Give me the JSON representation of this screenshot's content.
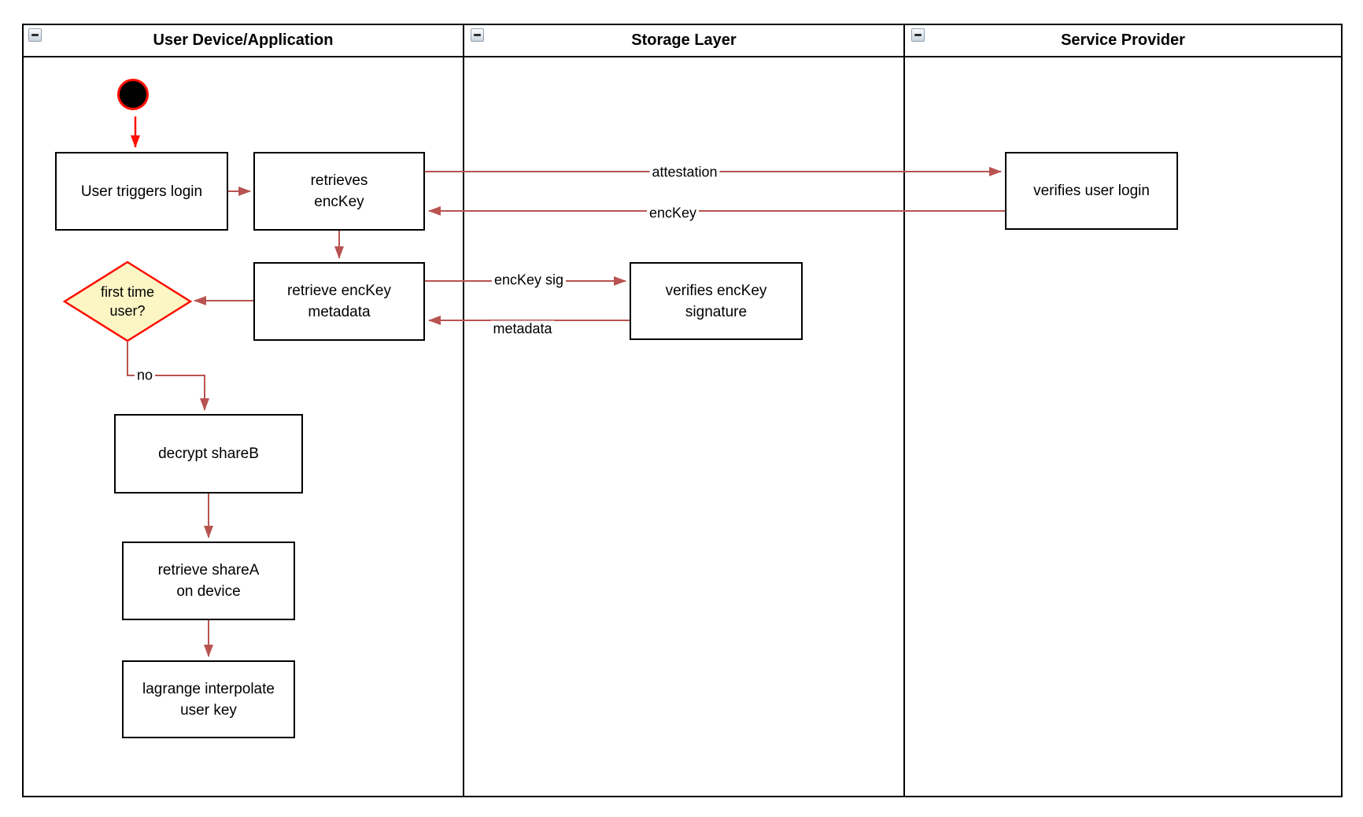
{
  "diagram_type": "uml-activity-swimlane",
  "lanes": [
    {
      "title": "User Device/Application"
    },
    {
      "title": "Storage Layer"
    },
    {
      "title": "Service Provider"
    }
  ],
  "nodes": {
    "user_triggers_login": "User triggers login",
    "retrieves_enckey": "retrieves\nencKey",
    "verifies_user_login": "verifies user login",
    "retrieve_enckey_metadata": "retrieve encKey\nmetadata",
    "verifies_enckey_signature": "verifies encKey\nsignature",
    "first_time_user": "first time\nuser?",
    "decrypt_shareb": "decrypt shareB",
    "retrieve_sharea_on_device": "retrieve shareA\non device",
    "lagrange_interpolate_user_key": "lagrange interpolate\nuser key"
  },
  "edge_labels": {
    "attestation": "attestation",
    "enckey": "encKey",
    "enckey_sig": "encKey sig",
    "metadata": "metadata",
    "no": "no"
  },
  "icons": {
    "lane_collapse": "minus"
  },
  "colors": {
    "connector": "#b85450",
    "highlight": "#ff0f00",
    "decision_fill": "#fcf6c5",
    "decision_stroke": "#ff0f00",
    "shape_border": "#000000"
  }
}
